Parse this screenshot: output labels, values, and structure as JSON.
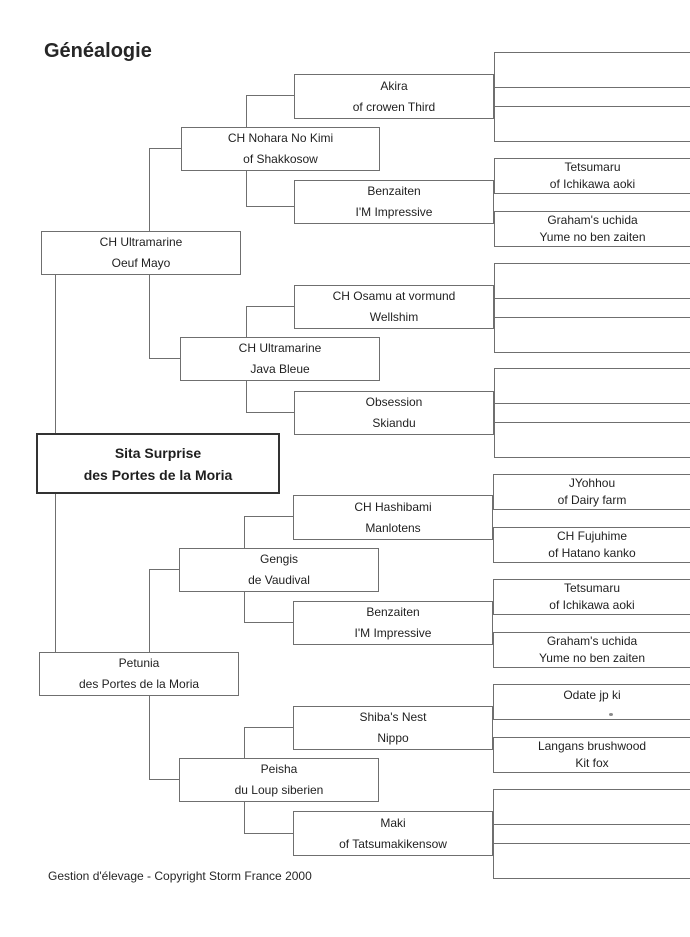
{
  "title": "Généalogie",
  "footer": "Gestion d'élevage  -  Copyright Storm France 2000",
  "subject": {
    "line1": "Sita Surprise",
    "line2": "des Portes de la Moria"
  },
  "parents": {
    "sire": {
      "line1": "CH Ultramarine",
      "line2": "Oeuf Mayo"
    },
    "dam": {
      "line1": "Petunia",
      "line2": "des Portes de la Moria"
    }
  },
  "grandparents": {
    "ss": {
      "line1": "CH Nohara No Kimi",
      "line2": "of Shakkosow"
    },
    "sd": {
      "line1": "CH Ultramarine",
      "line2": "Java Bleue"
    },
    "ds": {
      "line1": "Gengis",
      "line2": "de Vaudival"
    },
    "dd": {
      "line1": "Peisha",
      "line2": "du Loup siberien"
    }
  },
  "great_grandparents": {
    "sss": {
      "line1": "Akira",
      "line2": "of crowen Third"
    },
    "ssd": {
      "line1": "Benzaiten",
      "line2": "I'M Impressive"
    },
    "sds": {
      "line1": "CH Osamu at vormund",
      "line2": "Wellshim"
    },
    "sdd": {
      "line1": "Obsession",
      "line2": "Skiandu"
    },
    "dss": {
      "line1": "CH Hashibami",
      "line2": "Manlotens"
    },
    "dsd": {
      "line1": "Benzaiten",
      "line2": "I'M Impressive"
    },
    "dds": {
      "line1": "Shiba's Nest",
      "line2": "Nippo"
    },
    "ddd": {
      "line1": "Maki",
      "line2": "of Tatsumakikensow"
    }
  },
  "gen4": {
    "ssds": {
      "line1": "Tetsumaru",
      "line2": "of Ichikawa aoki"
    },
    "ssdd": {
      "line1": "Graham's uchida",
      "line2": "Yume no ben zaiten"
    },
    "dsss": {
      "line1": "JYohhou",
      "line2": "of Dairy farm"
    },
    "dssd": {
      "line1": "CH Fujuhime",
      "line2": "of Hatano kanko"
    },
    "dsds": {
      "line1": "Tetsumaru",
      "line2": "of Ichikawa aoki"
    },
    "dsdd": {
      "line1": "Graham's uchida",
      "line2": "Yume no ben zaiten"
    },
    "ddss": {
      "line1": "Odate jp ki",
      "line2": ""
    },
    "ddsd": {
      "line1": "Langans brushwood",
      "line2": "Kit fox"
    }
  }
}
